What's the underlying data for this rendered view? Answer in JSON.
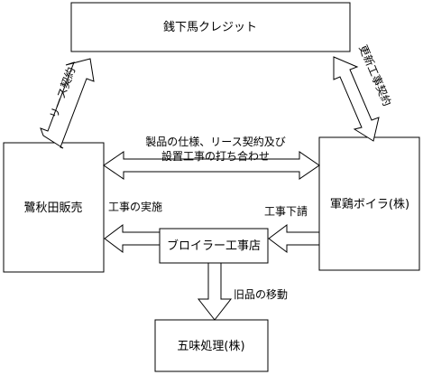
{
  "nodes": {
    "top": "銭下馬クレジット",
    "left": "鷺秋田販売",
    "right": "軍鶏ボイラ(株)",
    "center": "ブロイラー工事店",
    "bottom": "五味処理(株)"
  },
  "edges": {
    "lease_contract": "リース契約",
    "renewal_contract": "更新工事契約",
    "spec_line1": "製品の仕様、リース契約及び",
    "spec_line2": "設置工事の打ち合わせ",
    "construction_exec": "工事の実施",
    "subcontract": "工事下請",
    "old_item_move": "旧品の移動"
  }
}
